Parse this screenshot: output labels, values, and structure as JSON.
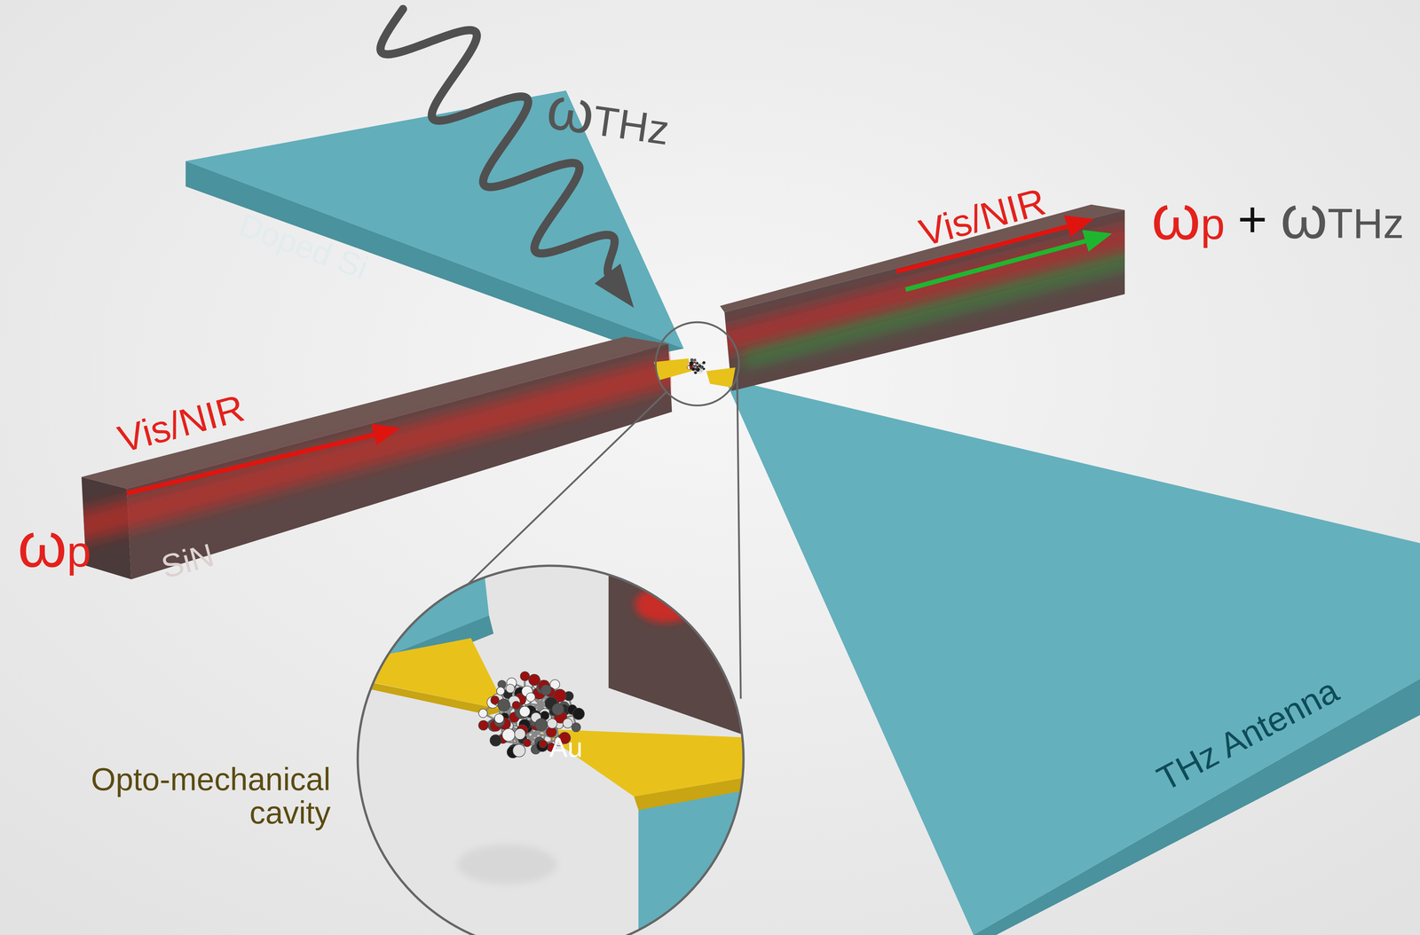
{
  "diagram": {
    "labels": [
      "ωTHz",
      "Doped Si",
      "Vis/NIR",
      "ωp",
      "+",
      "ωTHz",
      "Vis/NIR",
      "ωp",
      "SiN",
      "Au",
      "Opto-mechanical cavity",
      "THz Antenna"
    ]
  }
}
